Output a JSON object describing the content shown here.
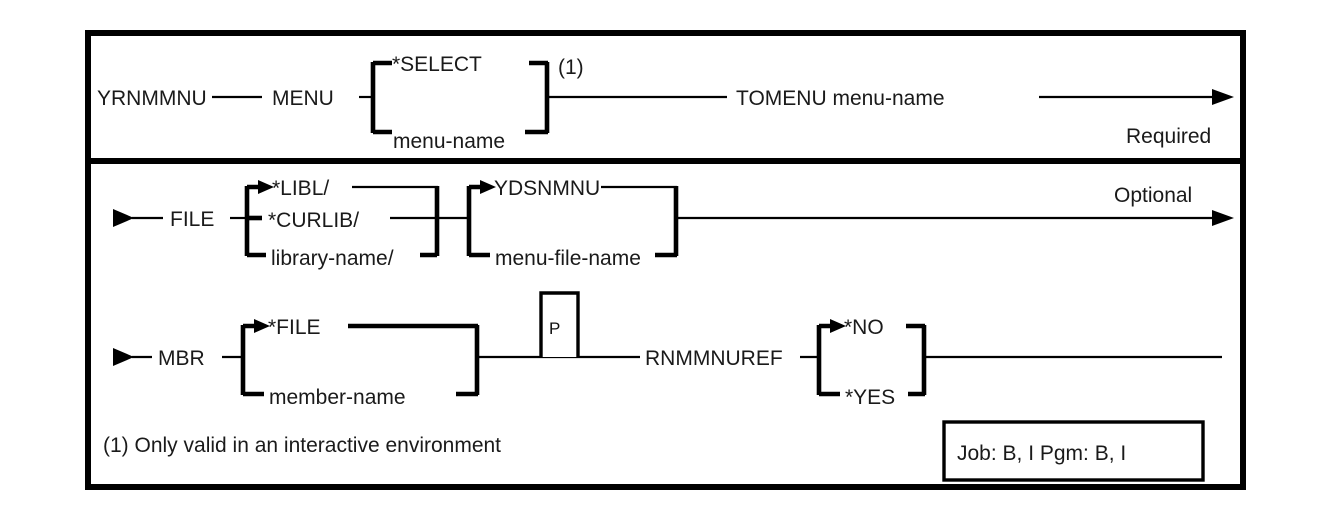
{
  "diagram": {
    "type": "railroad-syntax-diagram",
    "command_name": "YRNMMNU",
    "sections": [
      {
        "id": "required",
        "label": "Required",
        "keyword": "MENU",
        "choices": [
          "*SELECT",
          "menu-name"
        ],
        "default_choice": "*SELECT",
        "footnote_ref": "(1)",
        "trailing_keyword": "TOMENU menu-name"
      },
      {
        "id": "optional-file",
        "label": "Optional",
        "keyword": "FILE",
        "library_choices": [
          "*LIBL/",
          "*CURLIB/",
          "library-name/"
        ],
        "library_default": "*LIBL/",
        "file_choices": [
          "YDSNMNU",
          "menu-file-name"
        ],
        "file_default": "YDSNMNU"
      },
      {
        "id": "optional-mbr",
        "keyword": "MBR",
        "member_choices": [
          "*FILE",
          "member-name"
        ],
        "member_default": "*FILE",
        "positional_marker": "P",
        "keyword2": "RNMMNUREF",
        "ref_choices": [
          "*NO",
          "*YES"
        ],
        "ref_default": "*NO"
      }
    ],
    "footnote": "(1) Only valid in an interactive environment",
    "attributes_box": "Job: B, I   Pgm: B, I",
    "labels": {
      "required": "Required",
      "optional": "Optional"
    },
    "colors": {
      "ink": "#000000",
      "text": "#1a1a1a",
      "background": "#ffffff"
    }
  },
  "text": {
    "cmd": "YRNMMNU",
    "menu_kw": "MENU",
    "select": "*SELECT",
    "menu_name": "menu-name",
    "fn_ref": "(1)",
    "tomenu": "TOMENU menu-name",
    "required": "Required",
    "file_kw": "FILE",
    "libl": "*LIBL/",
    "curlib": "*CURLIB/",
    "library_name": "library-name/",
    "ydsnmnu": "YDSNMNU",
    "menu_file_name": "menu-file-name",
    "optional": "Optional",
    "mbr_kw": "MBR",
    "file_star": "*FILE",
    "member_name": "member-name",
    "p_marker": "P",
    "rnmmnuref": "RNMMNUREF",
    "no": "*NO",
    "yes": "*YES",
    "footnote": "(1) Only valid in an interactive environment",
    "jobpgm": "Job: B, I   Pgm: B, I"
  }
}
